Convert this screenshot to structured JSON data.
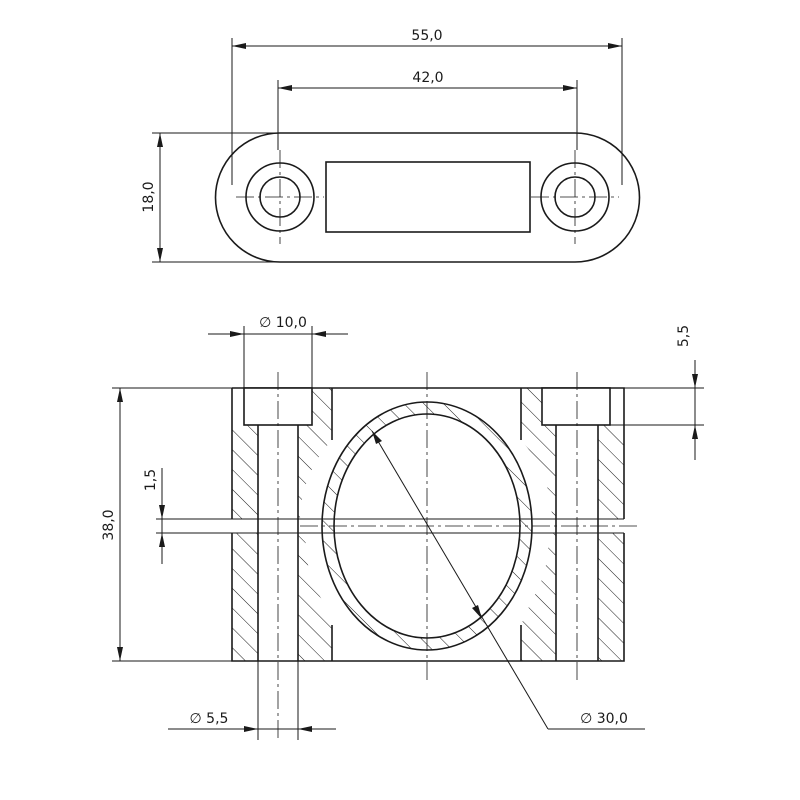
{
  "top_view": {
    "dim_overall_width": "55,0",
    "dim_hole_spacing": "42,0",
    "dim_height": "18,0"
  },
  "section_view": {
    "dim_counterbore_dia": "∅ 10,0",
    "dim_counterbore_depth": "5,5",
    "dim_gap": "1,5",
    "dim_overall_height": "38,0",
    "dim_hole_dia": "∅ 5,5",
    "dim_bore_dia": "∅ 30,0"
  }
}
